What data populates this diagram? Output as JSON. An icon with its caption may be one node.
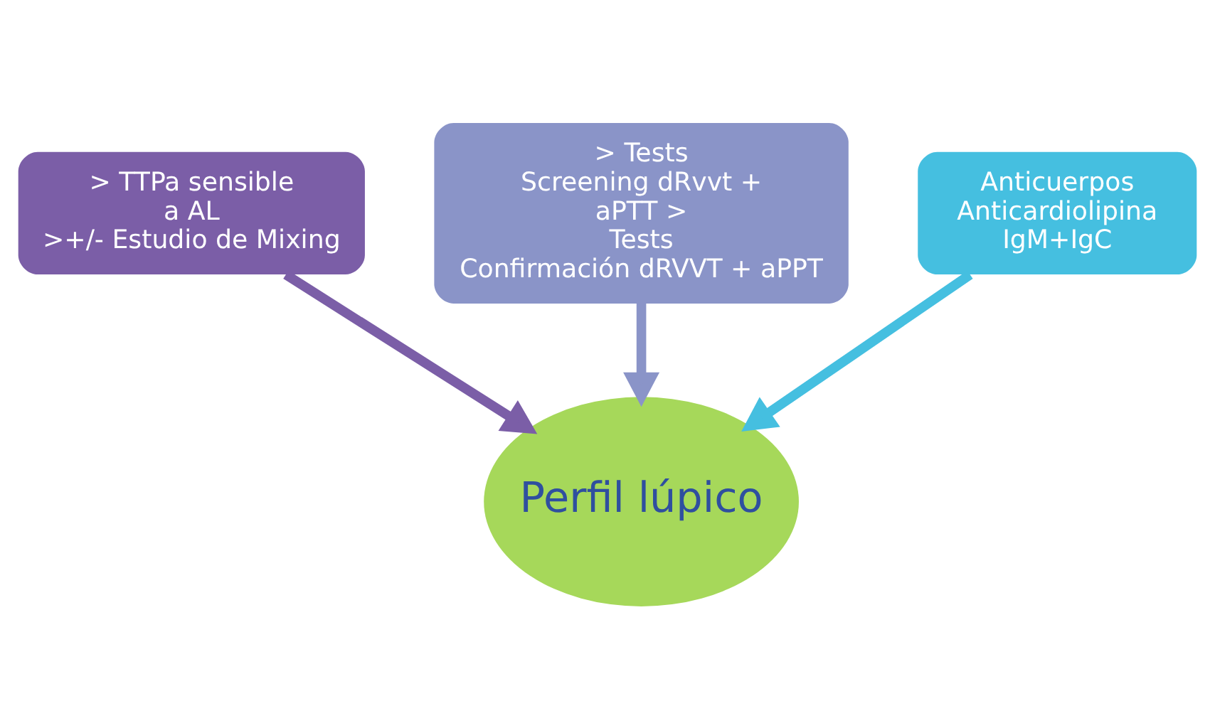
{
  "diagram": {
    "nodes": [
      {
        "text": [
          "> TTPa sensible a AL >+/- Estudio de Mixing"
        ]
      },
      {
        "text": [
          "> Tests Screening dRvvt + aPTT > Tests Confirmación dRVVT + aPPT"
        ]
      },
      {
        "text": [
          "Anticuerpos Anticardiolipina IgM+IgC"
        ]
      },
      {
        "text": [
          "Perfil lúpico"
        ]
      }
    ],
    "edges": [
      {
        "from": 0,
        "to": 3,
        "arrow": "to",
        "color": "#7b5ea7"
      },
      {
        "from": 1,
        "to": 3,
        "arrow": "to",
        "color": "#8a94c8"
      },
      {
        "from": 2,
        "to": 3,
        "arrow": "to",
        "color": "#45bfe0"
      }
    ]
  }
}
